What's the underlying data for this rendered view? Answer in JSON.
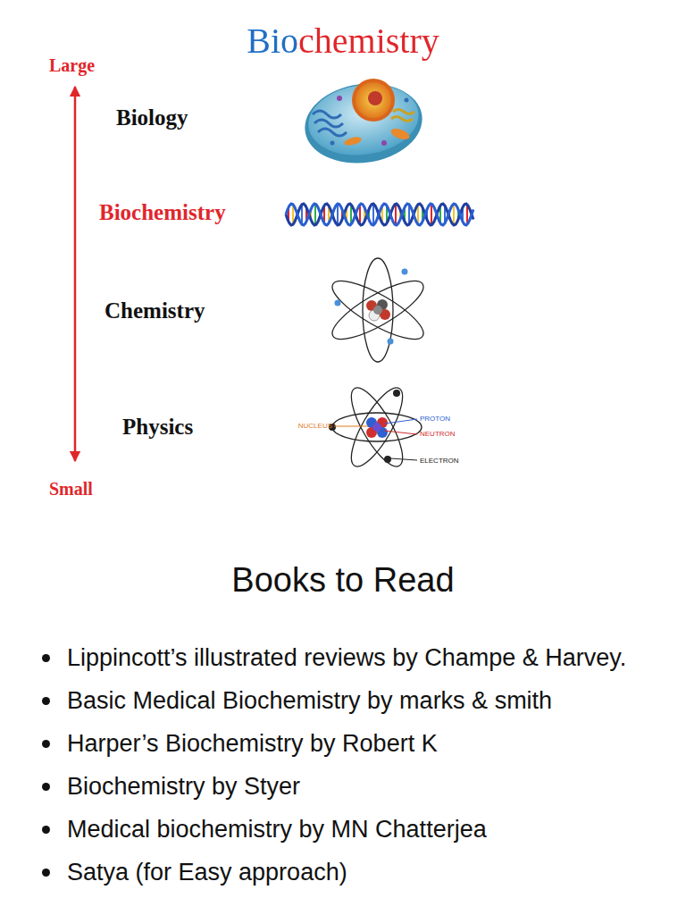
{
  "diagram": {
    "title": "Biochemistry",
    "labels": [
      "Large",
      "Biology",
      "Biochemistry",
      "Chemistry",
      "Physics",
      "Small",
      "NUCLEUS",
      "PROTON",
      "NEUTRON",
      "ELECTRON",
      "Books to Read",
      "Lippincott’s illustrated reviews by Champe & Harvey.",
      "Basic Medical Biochemistry by marks & smith",
      "Harper’s Biochemistry by Robert K",
      "Biochemistry by Styer",
      "Medical biochemistry by MN Chatterjea",
      "Satya (for Easy approach)"
    ]
  }
}
